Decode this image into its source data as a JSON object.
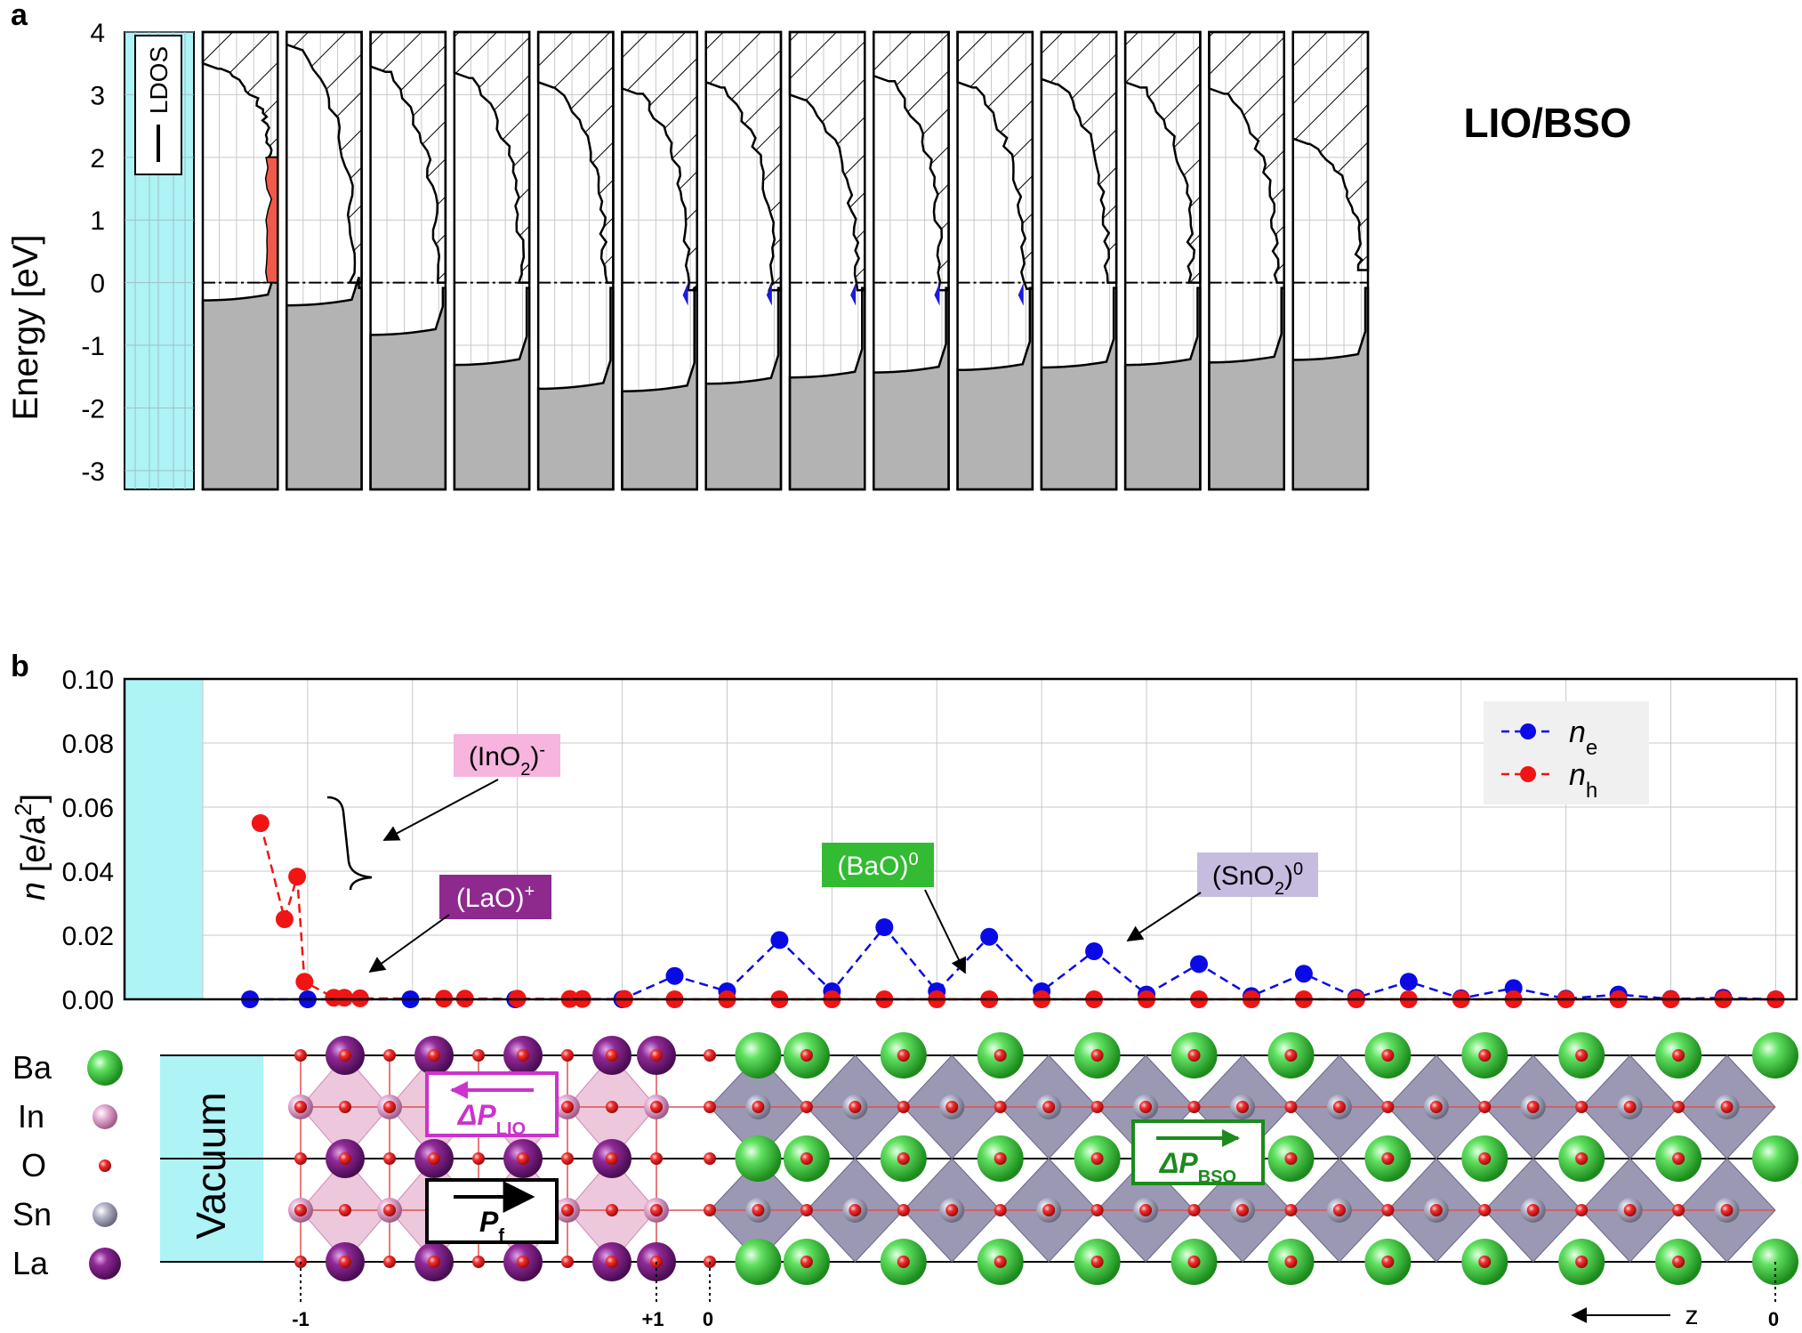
{
  "panel_labels": {
    "a": "a",
    "b": "b"
  },
  "colors": {
    "vacuum": "#aef3f6",
    "valence_fill": "#b3b3b3",
    "hole_fill": "#f15a4a",
    "electron_fill": "#1a1adc",
    "ne": "#0a0ae6",
    "nh": "#f01414",
    "ba": "#3fd23f",
    "in": "#e6a8d2",
    "o": "#e62020",
    "sn": "#a8a8c0",
    "la": "#7a2080",
    "lio_octa": "#e7b4cf",
    "bso_octa": "#8a86a6",
    "plio": "#cc33cc",
    "pbso": "#1c8a1c",
    "box_inO2": "#f6b4de",
    "box_LaO": "#8e2a8e",
    "box_BaO": "#33bb33",
    "box_SnO2": "#c6bce0"
  },
  "chart_data": [
    {
      "type": "area",
      "panel": "a",
      "ylabel": "Energy [eV]",
      "ylim": [
        -3.3,
        4
      ],
      "yticks": [
        "4",
        "3",
        "2",
        "1",
        "0",
        "-1",
        "-2",
        "-3"
      ],
      "legend_label": "LDOS",
      "annotation": "LIO/BSO",
      "fermi_level": 0,
      "layers": [
        {
          "vbm": -0.17,
          "cbm_top": 3.5,
          "cbm_bottom": 2.0,
          "hole_states": true,
          "electron_states": false
        },
        {
          "vbm": -0.25,
          "cbm_top": 3.8,
          "cbm_bottom": 0.0,
          "hole_states": false,
          "electron_states": false
        },
        {
          "vbm": -0.72,
          "cbm_top": 3.45,
          "cbm_bottom": 0.0,
          "hole_states": false,
          "electron_states": false
        },
        {
          "vbm": -1.2,
          "cbm_top": 3.35,
          "cbm_bottom": 0.0,
          "hole_states": false,
          "electron_states": false
        },
        {
          "vbm": -1.58,
          "cbm_top": 3.2,
          "cbm_bottom": 0.0,
          "hole_states": false,
          "electron_states": false
        },
        {
          "vbm": -1.62,
          "cbm_top": 3.1,
          "cbm_bottom": -0.12,
          "hole_states": false,
          "electron_states": true
        },
        {
          "vbm": -1.5,
          "cbm_top": 3.2,
          "cbm_bottom": -0.12,
          "hole_states": false,
          "electron_states": true
        },
        {
          "vbm": -1.4,
          "cbm_top": 3.0,
          "cbm_bottom": -0.12,
          "hole_states": false,
          "electron_states": true
        },
        {
          "vbm": -1.32,
          "cbm_top": 3.3,
          "cbm_bottom": -0.12,
          "hole_states": false,
          "electron_states": true
        },
        {
          "vbm": -1.28,
          "cbm_top": 3.2,
          "cbm_bottom": -0.1,
          "hole_states": false,
          "electron_states": true
        },
        {
          "vbm": -1.24,
          "cbm_top": 3.25,
          "cbm_bottom": 0.0,
          "hole_states": false,
          "electron_states": false
        },
        {
          "vbm": -1.2,
          "cbm_top": 3.2,
          "cbm_bottom": 0.0,
          "hole_states": false,
          "electron_states": false
        },
        {
          "vbm": -1.16,
          "cbm_top": 3.1,
          "cbm_bottom": 0.0,
          "hole_states": false,
          "electron_states": false
        },
        {
          "vbm": -1.12,
          "cbm_top": 2.3,
          "cbm_bottom": 0.2,
          "hole_states": false,
          "electron_states": false
        }
      ]
    },
    {
      "type": "scatter",
      "panel": "b",
      "ylabel": "n [e/a²]",
      "ylim": [
        0,
        0.1
      ],
      "yticks": [
        "0.10",
        "0.08",
        "0.06",
        "0.04",
        "0.02",
        "0.00"
      ],
      "xlim": [
        0,
        15.2
      ],
      "x_note": "layer index, increasing to the right",
      "series": [
        {
          "name": "n_e",
          "label_main": "n",
          "label_sub": "e",
          "x": [
            0.45,
            1.0,
            1.98,
            2.98,
            4.0,
            4.5,
            5.0,
            5.5,
            6.0,
            6.5,
            7.0,
            7.5,
            8.0,
            8.5,
            9.0,
            9.5,
            10.0,
            10.5,
            11.0,
            11.5,
            12.0,
            12.5,
            13.0,
            13.5,
            14.0,
            14.5,
            15.0
          ],
          "y": [
            0.0,
            0.0,
            0.0,
            0.0,
            0.0,
            0.0073,
            0.0025,
            0.0185,
            0.0025,
            0.0225,
            0.0025,
            0.0195,
            0.0025,
            0.015,
            0.0015,
            0.011,
            0.001,
            0.008,
            0.0005,
            0.0055,
            0.0003,
            0.0035,
            0.0002,
            0.0015,
            0.0001,
            0.0005,
            0.0
          ]
        },
        {
          "name": "n_h",
          "label_main": "n",
          "label_sub": "h",
          "x": [
            0.55,
            0.78,
            0.9,
            0.97,
            1.25,
            1.35,
            1.5,
            2.3,
            2.5,
            3.0,
            3.5,
            3.62,
            4.02,
            4.5,
            5.0,
            5.5,
            6.0,
            6.5,
            7.0,
            7.5,
            8.0,
            8.5,
            9.0,
            9.5,
            10.0,
            10.5,
            11.0,
            11.5,
            12.0,
            12.5,
            13.0,
            13.5,
            14.0,
            14.5,
            15.0
          ],
          "y": [
            0.055,
            0.025,
            0.0383,
            0.0055,
            0.0005,
            0.0005,
            0.0003,
            0.0002,
            0.0002,
            0.0002,
            0.0001,
            0.0001,
            0.0001,
            0.0,
            0.0,
            0.0,
            0.0,
            0.0,
            0.0,
            0.0,
            0.0,
            0.0,
            0.0,
            0.0,
            0.0,
            0.0,
            0.0,
            0.0,
            0.0,
            0.0,
            0.0,
            0.0,
            0.0,
            0.0,
            0.0
          ]
        }
      ],
      "annotations": [
        {
          "text": "(InO",
          "sub": "2",
          "sup": ")-"
        },
        {
          "text": "(LaO)",
          "sub": "",
          "sup": "+"
        },
        {
          "text": "(BaO)",
          "sub": "",
          "sup": "0"
        },
        {
          "text": "(SnO",
          "sub": "2",
          "sup": ")0"
        }
      ],
      "legend_position": "top-right"
    }
  ],
  "structure": {
    "element_legend": [
      "Ba",
      "In",
      "O",
      "Sn",
      "La"
    ],
    "vacuum_label": "Vacuum",
    "delta_p_lio": {
      "main": "ΔP",
      "sub": "LIO"
    },
    "delta_p_bso": {
      "main": "ΔP",
      "sub": "BSO"
    },
    "p_f": {
      "main": "P",
      "sub": "f"
    },
    "axis_markers": [
      "-1",
      "+1",
      "0",
      "0"
    ],
    "z_label": "z"
  }
}
